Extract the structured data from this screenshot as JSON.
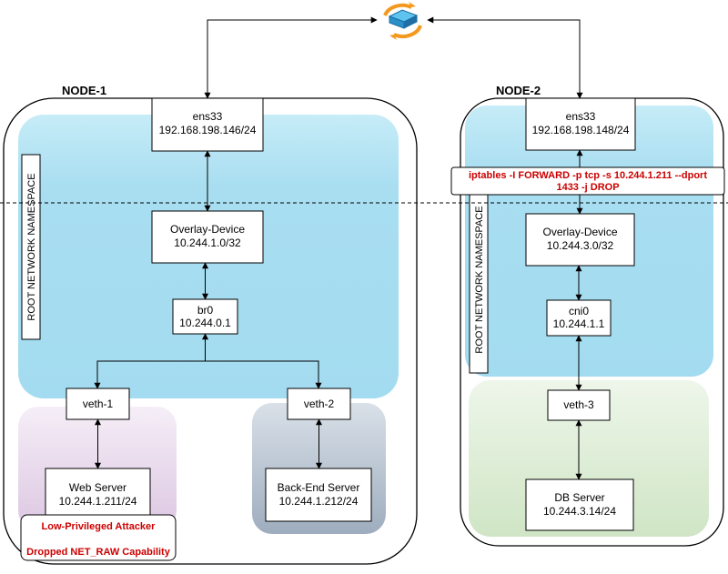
{
  "router": {
    "icon": "network-router-icon"
  },
  "node1": {
    "title": "NODE-1",
    "namespace_label": "ROOT NETWORK NAMESPACE",
    "ens33": {
      "name": "ens33",
      "ip": "192.168.198.146/24"
    },
    "overlay": {
      "name": "Overlay-Device",
      "ip": "10.244.1.0/32"
    },
    "bridge": {
      "name": "br0",
      "ip": "10.244.0.1"
    },
    "veth1": {
      "name": "veth-1"
    },
    "veth2": {
      "name": "veth-2"
    },
    "web_server": {
      "name": "Web Server",
      "ip": "10.244.1.211/24"
    },
    "backend_server": {
      "name": "Back-End Server",
      "ip": "10.244.1.212/24"
    },
    "attacker": {
      "line1": "Low-Privileged Attacker",
      "line2": "Dropped NET_RAW Capability"
    }
  },
  "node2": {
    "title": "NODE-2",
    "namespace_label": "ROOT NETWORK NAMESPACE",
    "ens33": {
      "name": "ens33",
      "ip": "192.168.198.148/24"
    },
    "iptables": {
      "line1": "iptables -I FORWARD -p tcp -s 10.244.1.211 --dport",
      "line2": "1433 -j DROP"
    },
    "overlay": {
      "name": "Overlay-Device",
      "ip": "10.244.3.0/32"
    },
    "bridge": {
      "name": "cni0",
      "ip": "10.244.1.1"
    },
    "veth3": {
      "name": "veth-3"
    },
    "db_server": {
      "name": "DB Server",
      "ip": "10.244.3.14/24"
    }
  },
  "colors": {
    "namespace_fill": "#a6dcf0",
    "web_pod_fill": "#e6d5ea",
    "backend_pod_fill": "#a7b6c6",
    "db_pod_fill": "#d5e8cc",
    "alert_text": "#cc0000"
  }
}
